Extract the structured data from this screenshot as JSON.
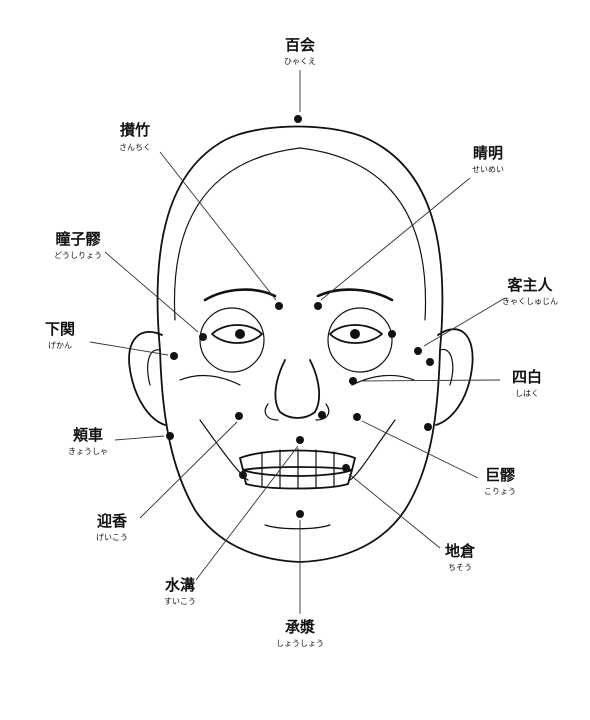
{
  "points": [
    {
      "id": "hyakue",
      "name": "百会",
      "reading": "ひゃくえ"
    },
    {
      "id": "sanchiku",
      "name": "攅竹",
      "reading": "さんちく"
    },
    {
      "id": "seimei",
      "name": "睛明",
      "reading": "せいめい"
    },
    {
      "id": "doshiryo",
      "name": "瞳子髎",
      "reading": "どうしりょう"
    },
    {
      "id": "kyakushujin",
      "name": "客主人",
      "reading": "きゃくしゅじん"
    },
    {
      "id": "gekan",
      "name": "下関",
      "reading": "げかん"
    },
    {
      "id": "shihaku",
      "name": "四白",
      "reading": "しはく"
    },
    {
      "id": "kyosha",
      "name": "頬車",
      "reading": "きょうしゃ"
    },
    {
      "id": "koryo",
      "name": "巨髎",
      "reading": "こりょう"
    },
    {
      "id": "geiko",
      "name": "迎香",
      "reading": "げいこう"
    },
    {
      "id": "chiso",
      "name": "地倉",
      "reading": "ちそう"
    },
    {
      "id": "suiko",
      "name": "水溝",
      "reading": "すいこう"
    },
    {
      "id": "shosho",
      "name": "承漿",
      "reading": "しょうしょう"
    }
  ]
}
